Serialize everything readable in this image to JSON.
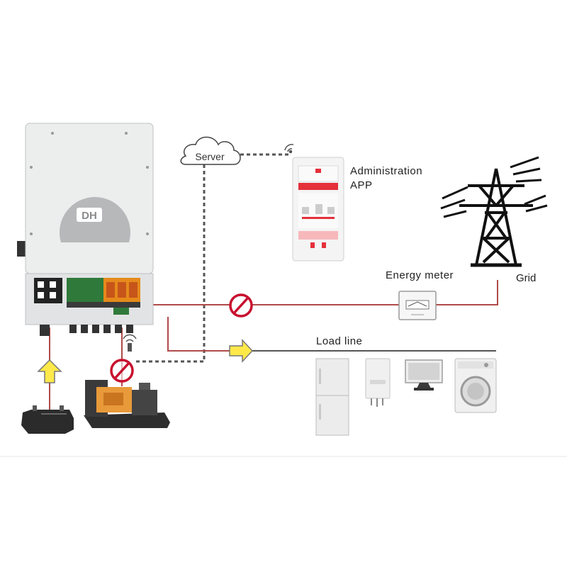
{
  "labels": {
    "server": "Server",
    "admin_app": "Administration\nAPP",
    "grid": "Grid",
    "energy_meter": "Energy meter",
    "load_line": "Load line",
    "inverter_logo": "DH"
  },
  "colors": {
    "ac_line": "#b04a4a",
    "load_line": "#555555",
    "arrow_fill": "#ffe94a",
    "forbid": "#c8102e",
    "comm_line": "#555555",
    "inverter_body": "#eceded",
    "app_red": "#e4303a"
  },
  "icons": [
    "cloud-icon",
    "wifi-icon",
    "phone-icon",
    "pylon-icon",
    "meter-icon",
    "forbid-icon",
    "arrow-icon",
    "battery-icon",
    "generator-icon",
    "fridge-icon",
    "boiler-icon",
    "monitor-icon",
    "washer-icon"
  ]
}
